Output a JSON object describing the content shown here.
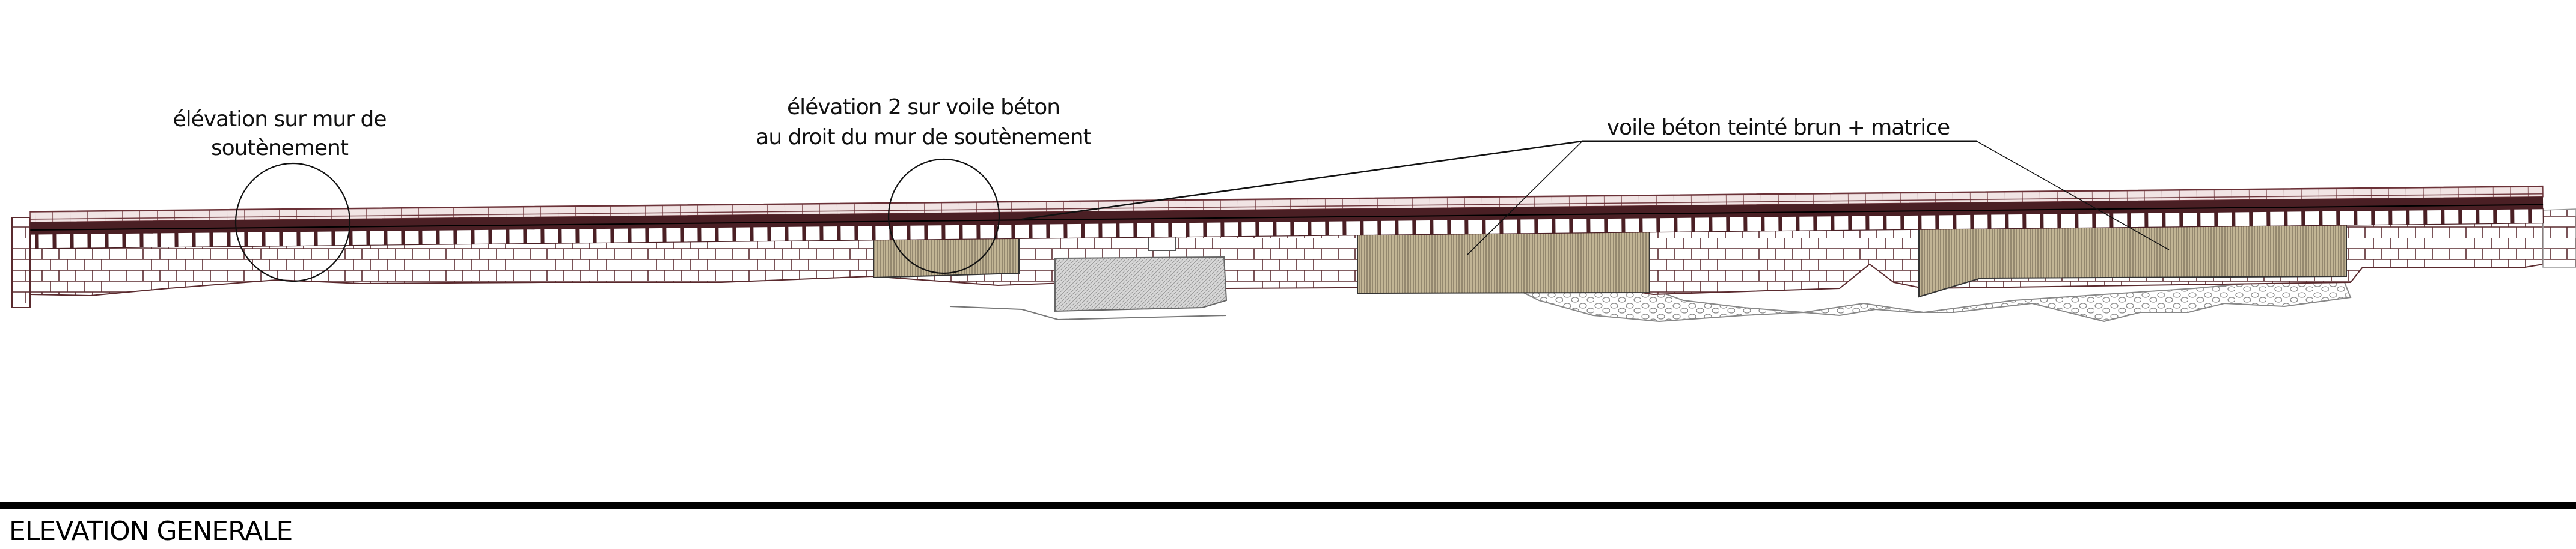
{
  "drawing": {
    "title": "ELEVATION GENERALE",
    "annotations": {
      "wall_elevation": {
        "line1": "élévation sur mur de",
        "line2": "soutènement"
      },
      "concrete_elevation": {
        "line1": "élévation 2 sur voile béton",
        "line2": "au droit du mur de soutènement"
      },
      "material_note": "voile béton teinté brun + matrice"
    },
    "colors": {
      "rail_band": "#4a1f24",
      "concrete_panel": "#b8ab8c",
      "brick_line": "#4a1f24",
      "gravel": "#8a8a8a"
    }
  }
}
